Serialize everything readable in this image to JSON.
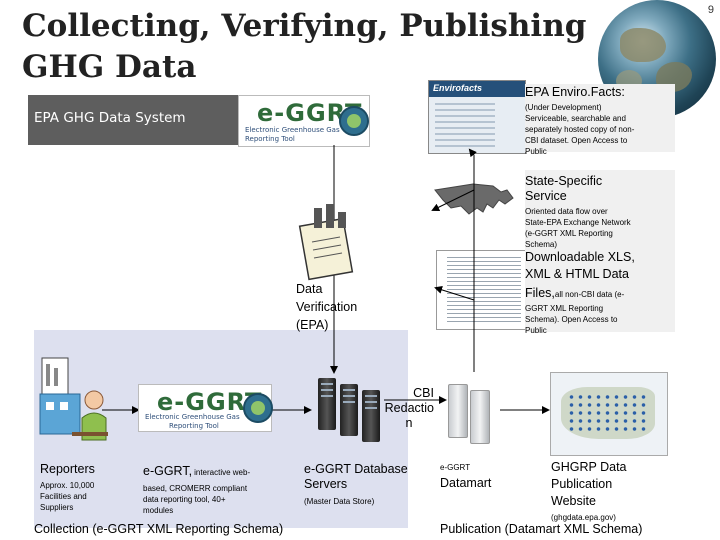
{
  "slide": {
    "page_number": "9",
    "title_line1": "Collecting, Verifying, Publishing",
    "title_line2": "GHG Data"
  },
  "ghg_system": {
    "label": "EPA GHG Data System"
  },
  "egggrt_logo": {
    "brand": "e-GGRT",
    "tagline_line1": "Electronic Greenhouse Gas",
    "tagline_line2": "Reporting Tool"
  },
  "envirofacts": {
    "thumb_title": "Envirofacts",
    "heading": "EPA Enviro.Facts:",
    "desc_lines": [
      "(Under Development)",
      "Serviceable, searchable and",
      "separately hosted copy of non-",
      "CBI dataset.  Open Access to",
      "Public"
    ]
  },
  "state_service": {
    "heading_line1": "State-Specific",
    "heading_line2": "Service",
    "desc_lines": [
      "Oriented data flow over",
      "State-EPA Exchange Network",
      "(e-GGRT XML Reporting",
      "Schema)"
    ]
  },
  "downloadable": {
    "heading_lines": [
      "Downloadable XLS,",
      "XML & HTML Data"
    ],
    "heading_last": "Files,",
    "heading_last_small": "all non-CBI data (e-",
    "desc_lines": [
      "GGRT XML Reporting",
      "Schema).  Open Access to",
      "Public"
    ]
  },
  "verification": {
    "lines": [
      "Data",
      "Verification",
      "(EPA)"
    ]
  },
  "cbi": {
    "lines": [
      "CBI",
      "Redactio",
      "n"
    ]
  },
  "reporters": {
    "heading": "Reporters",
    "desc_lines": [
      "Approx. 10,000",
      "Facilities and",
      "Suppliers"
    ]
  },
  "egggrt_app": {
    "heading": "e-GGRT,",
    "heading_small": "interactive web-",
    "desc_lines": [
      "based, CROMERR compliant",
      "data reporting tool, 40+",
      "modules"
    ]
  },
  "db_servers": {
    "heading_line1": "e-GGRT Database",
    "heading_line2": "Servers",
    "desc": "(Master Data Store)"
  },
  "datamart": {
    "small": "e-GGRT",
    "heading": "Datamart"
  },
  "ghgrp_site": {
    "heading_lines": [
      "GHGRP Data",
      "Publication",
      "Website"
    ],
    "desc": "(ghgdata.epa.gov)"
  },
  "footer": {
    "collection": "Collection (e-GGRT XML Reporting Schema)",
    "publication": "Publication (Datamart XML Schema)"
  },
  "colors": {
    "ghg_box": "#5e5e5e",
    "lower_panel": "#dde0ef",
    "egggrt_green": "#2f6b3a",
    "shade": "#f0f0f0"
  }
}
